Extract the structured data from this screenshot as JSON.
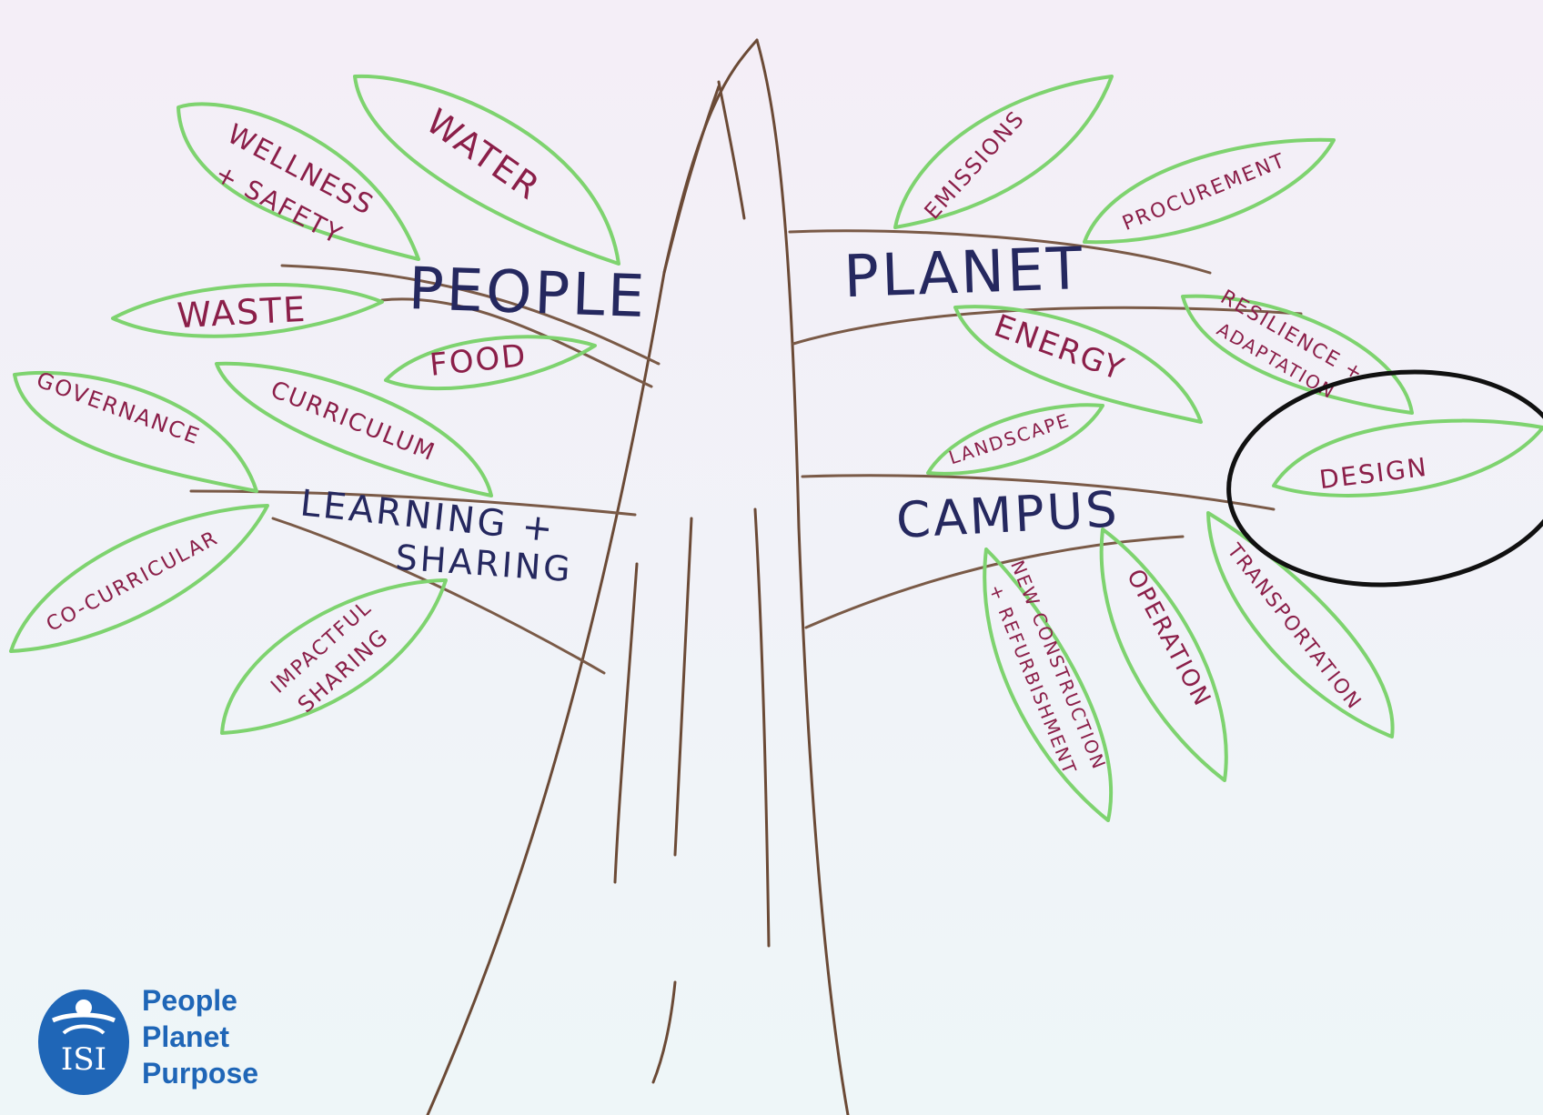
{
  "image_title": "",
  "branches": [
    {
      "id": "people",
      "label": "PEOPLE"
    },
    {
      "id": "planet",
      "label": "PLANET"
    },
    {
      "id": "learning",
      "label": "LEARNING +",
      "label2": "SHARING"
    },
    {
      "id": "campus",
      "label": "CAMPUS"
    }
  ],
  "leaves": [
    {
      "id": "wellness",
      "label": "WELLNESS",
      "label2": "+ SAFETY"
    },
    {
      "id": "water",
      "label": "WATER"
    },
    {
      "id": "waste",
      "label": "WASTE"
    },
    {
      "id": "food",
      "label": "FOOD"
    },
    {
      "id": "governance",
      "label": "GOVERNANCE"
    },
    {
      "id": "curriculum",
      "label": "CURRICULUM"
    },
    {
      "id": "co-curricular",
      "label": "CO-CURRICULAR"
    },
    {
      "id": "impactful-sharing",
      "label": "IMPACTFUL",
      "label2": "SHARING"
    },
    {
      "id": "emissions",
      "label": "EMISSIONS"
    },
    {
      "id": "procurement",
      "label": "PROCUREMENT"
    },
    {
      "id": "energy",
      "label": "ENERGY"
    },
    {
      "id": "resilience",
      "label": "RESILIENCE +",
      "label2": "ADAPTATION"
    },
    {
      "id": "landscape",
      "label": "LANDSCAPE"
    },
    {
      "id": "design",
      "label": "DESIGN"
    },
    {
      "id": "new-construction",
      "label": "NEW CONSTRUCTION",
      "label2": "+ REFURBISHMENT"
    },
    {
      "id": "operation",
      "label": "OPERATION"
    },
    {
      "id": "transportation",
      "label": "TRANSPORTATION"
    }
  ],
  "highlighted_leaf": "DESIGN",
  "logo": {
    "line1": "People",
    "line2": "Planet",
    "line3": "Purpose",
    "mark_text": "ISI"
  },
  "colors": {
    "background_top": "#f4eef7",
    "background_bottom": "#eef6f8",
    "leaf_outline": "#7ed36f",
    "leaf_text": "#8b1f49",
    "branch_text": "#25285f",
    "trunk": "#6b4a36",
    "highlight": "#111111",
    "logo_blue": "#1f66b7"
  }
}
